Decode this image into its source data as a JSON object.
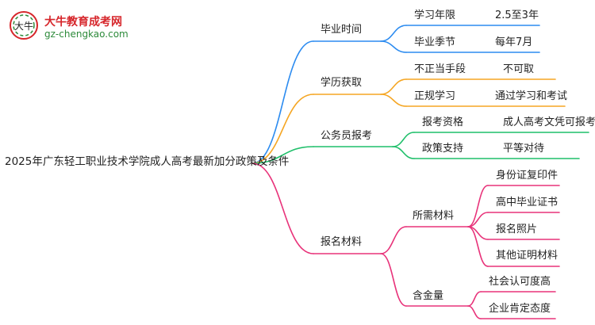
{
  "logo": {
    "title": "大牛教育成考网",
    "url": "gz-chengkao.com",
    "mark_text": "大牛"
  },
  "root": {
    "label": "2025年广东轻工职业技术学院成人高考最新加分政策及条件"
  },
  "branches": [
    {
      "label": "毕业时间",
      "color": "#2d8cf0",
      "children": [
        {
          "label": "学习年限",
          "value": "2.5至3年"
        },
        {
          "label": "毕业季节",
          "value": "每年7月"
        }
      ]
    },
    {
      "label": "学历获取",
      "color": "#f5a623",
      "children": [
        {
          "label": "不正当手段",
          "value": "不可取"
        },
        {
          "label": "正规学习",
          "value": "通过学习和考试"
        }
      ]
    },
    {
      "label": "公务员报考",
      "color": "#1fbf6a",
      "children": [
        {
          "label": "报考资格",
          "value": "成人高考文凭可报考"
        },
        {
          "label": "政策支持",
          "value": "平等对待"
        }
      ]
    },
    {
      "label": "报名材料",
      "color": "#e8337a",
      "children": [
        {
          "label": "所需材料",
          "items": [
            "身份证复印件",
            "高中毕业证书",
            "报名照片",
            "其他证明材料"
          ]
        },
        {
          "label": "含金量",
          "items": [
            "社会认可度高",
            "企业肯定态度"
          ]
        }
      ]
    }
  ]
}
